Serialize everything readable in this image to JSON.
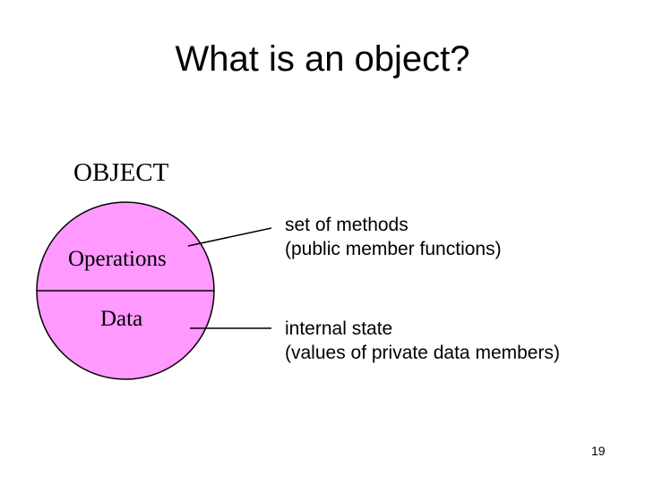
{
  "slide": {
    "title": "What is an object?",
    "object_label": "OBJECT",
    "operations_label": "Operations",
    "data_label": "Data",
    "methods_desc": {
      "line1": "set of methods",
      "line2": "(public member functions)"
    },
    "state_desc": {
      "line1": "internal state",
      "line2": "(values of private data members)"
    },
    "page_number": "19"
  },
  "colors": {
    "circle_fill": "#ff99ff",
    "line": "#000000"
  }
}
